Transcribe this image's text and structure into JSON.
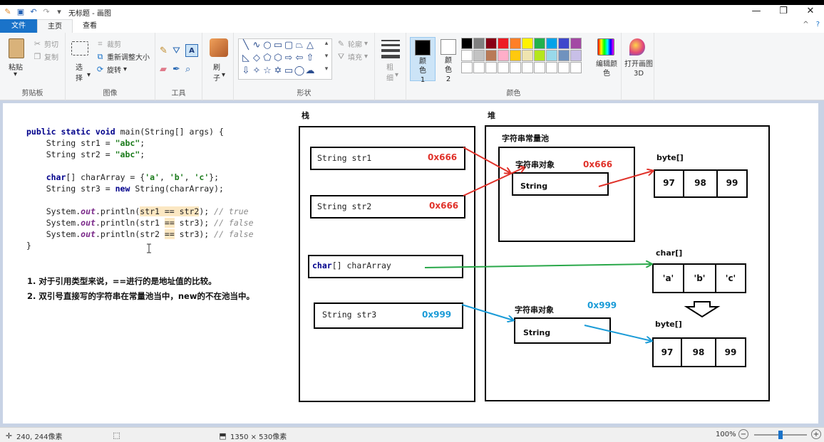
{
  "window": {
    "title": "无标题 - 画图",
    "minimize": "—",
    "restore": "❐",
    "close": "✕"
  },
  "menu": {
    "tabs": [
      "文件",
      "主页",
      "查看"
    ],
    "active_tab": "主页",
    "collapse": "^",
    "help": "?"
  },
  "ribbon": {
    "clipboard": {
      "label": "剪贴板",
      "paste": "粘贴",
      "cut": "剪切",
      "copy": "复制"
    },
    "image": {
      "label": "图像",
      "select": "选择",
      "crop": "裁剪",
      "resize": "重新调整大小",
      "rotate": "旋转"
    },
    "tools": {
      "label": "工具"
    },
    "brush": {
      "label": "刷子"
    },
    "shapes": {
      "label": "形状",
      "outline": "轮廓",
      "fill": "填充"
    },
    "size": {
      "label": "粗细"
    },
    "colors": {
      "label": "颜色",
      "color1": "颜色 1",
      "color2": "颜色 2",
      "edit": "编辑颜色",
      "paint3d": "打开画图 3D",
      "color1_value": "#000000",
      "color2_value": "#ffffff",
      "palette_row1": [
        "#000000",
        "#7f7f7f",
        "#880015",
        "#ed1c24",
        "#ff7f27",
        "#fff200",
        "#22b14c",
        "#00a2e8",
        "#3f48cc",
        "#a349a4"
      ],
      "palette_row2": [
        "#ffffff",
        "#c3c3c3",
        "#b97a57",
        "#ffaec9",
        "#ffc90e",
        "#efe4b0",
        "#b5e61d",
        "#99d9ea",
        "#7092be",
        "#c8bfe7"
      ],
      "palette_row3": [
        "#ffffff",
        "#ffffff",
        "#ffffff",
        "#ffffff",
        "#ffffff",
        "#ffffff",
        "#ffffff",
        "#ffffff",
        "#ffffff",
        "#ffffff"
      ]
    }
  },
  "canvas": {
    "code_lines": [
      "public static void main(String[] args) {",
      "    String str1 = \"abc\";",
      "    String str2 = \"abc\";",
      "",
      "    char[] charArray = {'a', 'b', 'c'};",
      "    String str3 = new String(charArray);",
      "",
      "    System.out.println(str1 == str2); // true",
      "    System.out.println(str1 == str3); // false",
      "    System.out.println(str2 == str3); // false",
      "}"
    ],
    "notes": [
      "1. 对于引用类型来说，==进行的是地址值的比较。",
      "2. 双引号直接写的字符串在常量池当中，new的不在池当中。"
    ],
    "stack_label": "栈",
    "heap_label": "堆",
    "pool_label": "字符串常量池",
    "stack_items": [
      "String str1",
      "String str2",
      "charArray",
      "String str3"
    ],
    "char_kw": "char",
    "array_brackets": "[]",
    "addr_red": "0x666",
    "addr_blue": "0x999",
    "string_object_label": "字符串对象",
    "string_label": "String",
    "byte_array_label": "byte[]",
    "char_array_label": "char[]",
    "bytes": [
      "97",
      "98",
      "99"
    ],
    "chars": [
      "'a'",
      "'b'",
      "'c'"
    ]
  },
  "status": {
    "cursor": "240, 244像素",
    "canvas_size": "1350 × 530像素",
    "zoom": "100%",
    "zoom_out": "−",
    "zoom_in": "+"
  }
}
